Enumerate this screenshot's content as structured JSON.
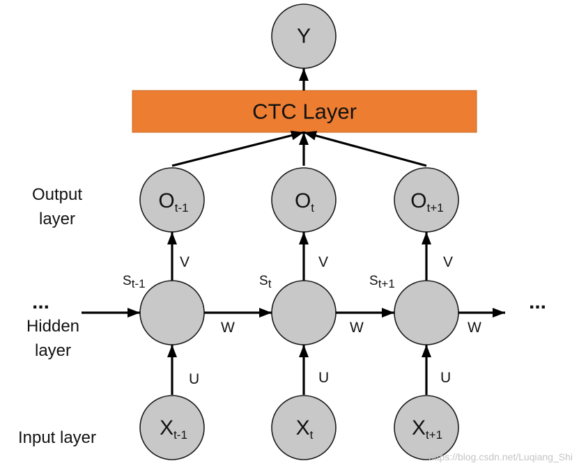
{
  "top_node": {
    "label": "Y"
  },
  "ctc_layer": {
    "label": "CTC Layer",
    "color": "#ED7D31"
  },
  "node_fill": "#C8C8C8",
  "layers": {
    "output_line1": "Output",
    "output_line2": "layer",
    "hidden_line1": "Hidden",
    "hidden_line2": "layer",
    "input": "Input layer"
  },
  "weights": {
    "U": "U",
    "V": "V",
    "W": "W"
  },
  "ellipsis": "...",
  "timesteps": [
    {
      "output": {
        "base": "O",
        "sub": "t-1"
      },
      "state": {
        "base": "S",
        "sub": "t-1"
      },
      "input": {
        "base": "X",
        "sub": "t-1"
      }
    },
    {
      "output": {
        "base": "O",
        "sub": "t"
      },
      "state": {
        "base": "S",
        "sub": "t"
      },
      "input": {
        "base": "X",
        "sub": "t"
      }
    },
    {
      "output": {
        "base": "O",
        "sub": "t+1"
      },
      "state": {
        "base": "S",
        "sub": "t+1"
      },
      "input": {
        "base": "X",
        "sub": "t+1"
      }
    }
  ],
  "watermark": "https://blog.csdn.net/Luqiang_Shi"
}
